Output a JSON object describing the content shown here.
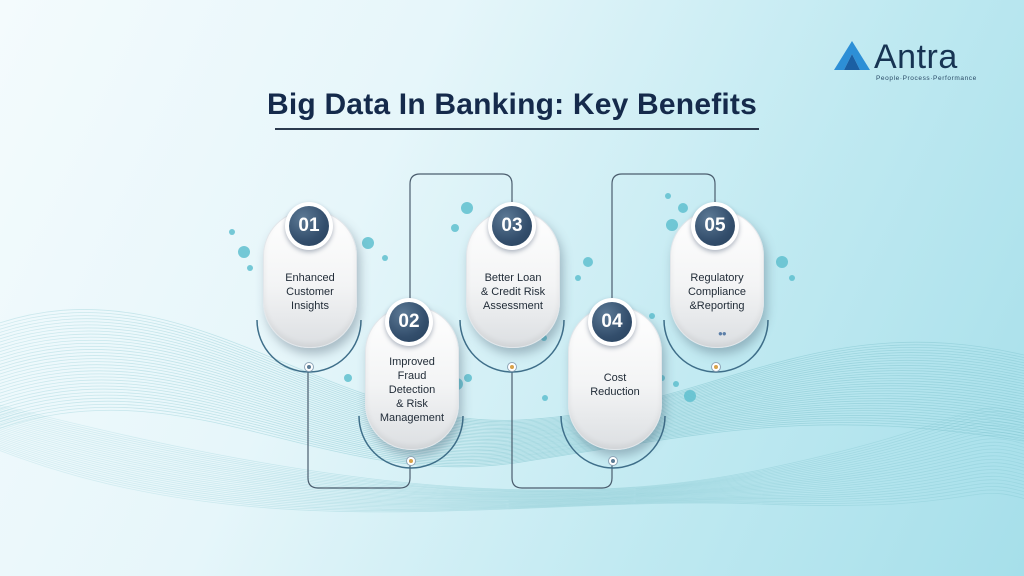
{
  "brand": {
    "name": "Antra",
    "tagline": "People·Process·Performance",
    "logo_icon": "triangle-a-logo-icon"
  },
  "title": "Big Data In Banking: Key Benefits",
  "steps": [
    {
      "number": "01",
      "label": "Enhanced\nCustomer\nInsights"
    },
    {
      "number": "02",
      "label": "Improved\nFraud\nDetection\n& Risk\nManagement"
    },
    {
      "number": "03",
      "label": "Better Loan\n& Credit Risk\nAssessment"
    },
    {
      "number": "04",
      "label": "Cost\nReduction"
    },
    {
      "number": "05",
      "label": "Regulatory\nCompliance\n&Reporting"
    }
  ],
  "colors": {
    "title": "#152a4b",
    "badge": "#334e6c",
    "connector": "#4b5d6e",
    "bubble": "#5fbfcf",
    "brand_blue": "#2d8fd6"
  }
}
